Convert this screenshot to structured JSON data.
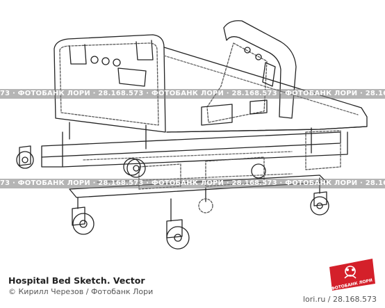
{
  "watermark": {
    "text": "73 · ФОТОБАНК ЛОРИ · 28.168.573 · ФОТОБАНК ЛОРИ · 28.168.573 · ФОТОБАНК ЛОРИ · 28.168.573 · ФОТОБАНК ЛОРИ"
  },
  "caption": {
    "title": "Hospital Bed Sketch. Vector",
    "credit": "© Кирилл Черезов / Фотобанк Лори",
    "reference": "lori.ru / 28.168.573"
  },
  "logo": {
    "text": "ФОТОБАНК ЛОРИ",
    "color": "#d4202a"
  }
}
